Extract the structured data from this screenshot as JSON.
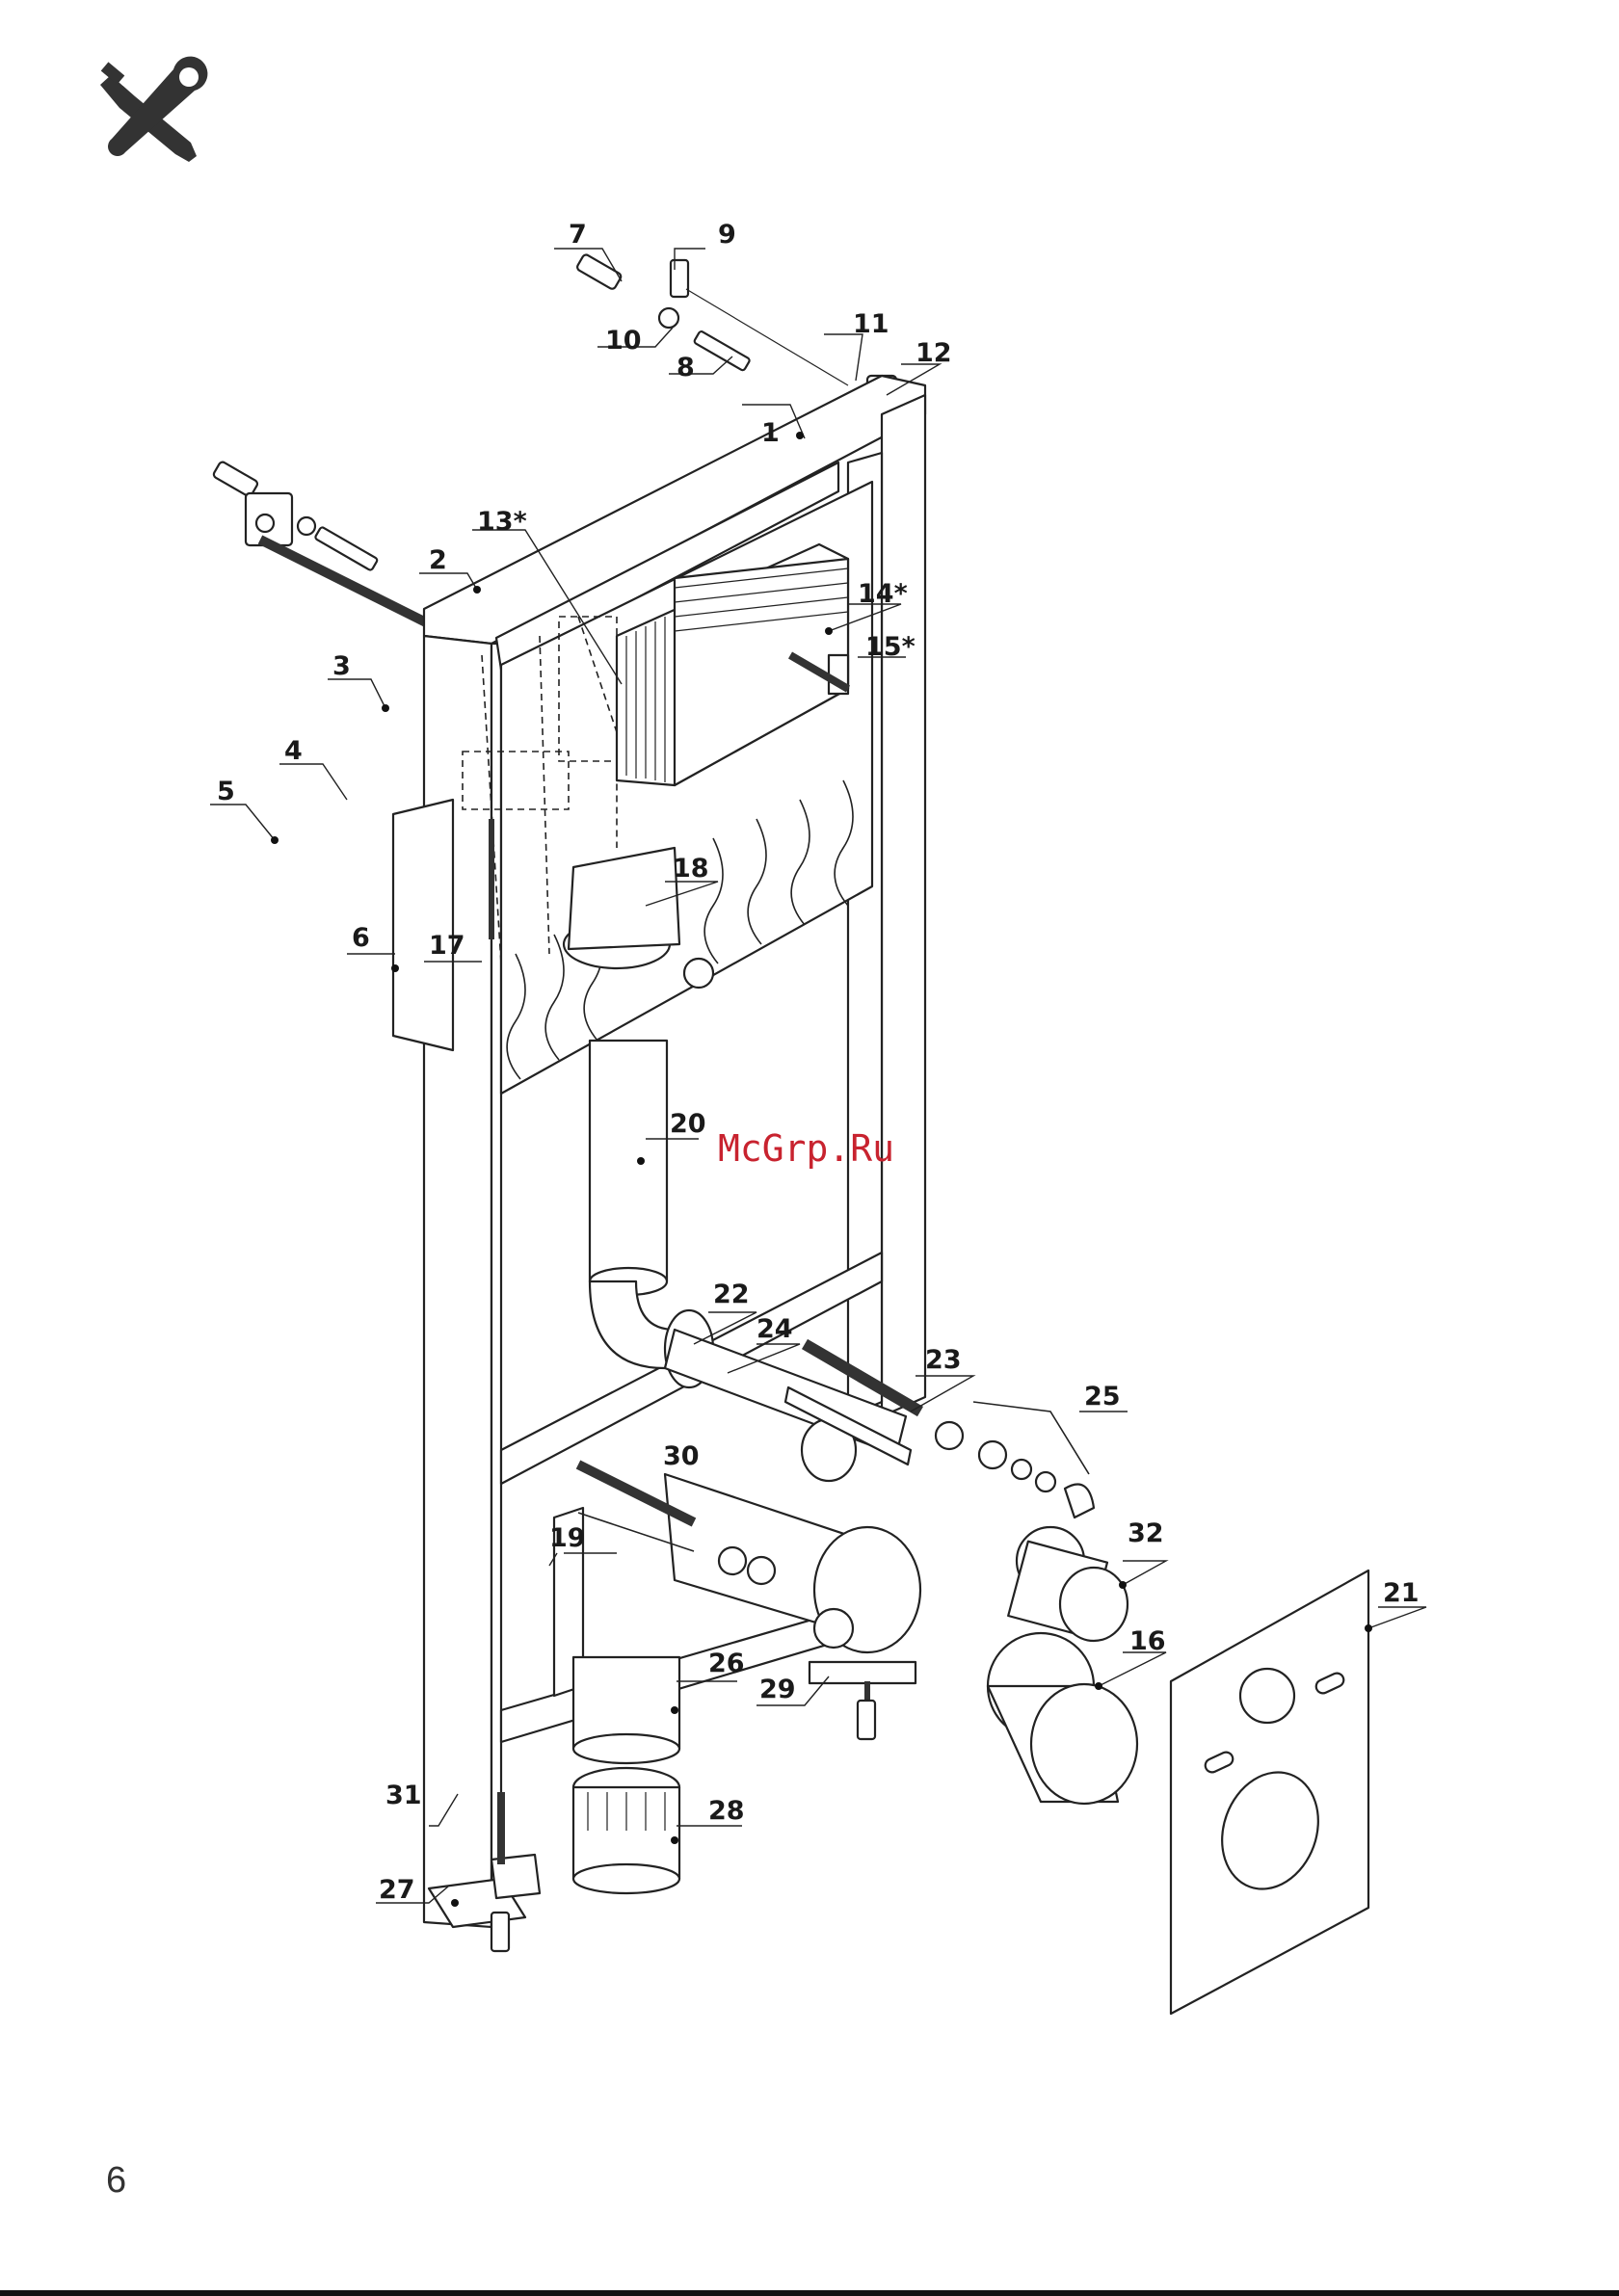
{
  "page": {
    "number": "6",
    "watermark": "McGrp.Ru"
  },
  "icons": {
    "header": "wrench-screwdriver-tools-icon"
  },
  "callouts": [
    "1",
    "2",
    "3",
    "4",
    "5",
    "6",
    "7",
    "8",
    "9",
    "10",
    "11",
    "12",
    "13*",
    "14*",
    "15*",
    "16",
    "17",
    "18",
    "19",
    "20",
    "21",
    "22",
    "23",
    "24",
    "25",
    "26",
    "27",
    "28",
    "29",
    "30",
    "31",
    "32"
  ],
  "colors": {
    "line": "#222222",
    "watermark": "#c8232f"
  }
}
